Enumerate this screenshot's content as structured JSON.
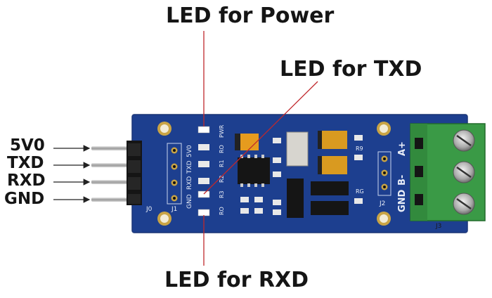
{
  "callouts": {
    "power": "LED for Power",
    "txd": "LED for TXD",
    "rxd": "LED for RXD"
  },
  "pins": {
    "labels": [
      "5V0",
      "TXD",
      "RXD",
      "GND"
    ]
  },
  "board": {
    "header_left_label": "J0",
    "header_mid_label": "J1",
    "header_right_label": "J2",
    "terminal_label": "J3",
    "mid_pin_labels": [
      "5V0",
      "TXD",
      "RXD",
      "GND"
    ],
    "led_labels": [
      "PWR",
      "RO",
      "R1",
      "R2",
      "R3",
      "RO"
    ],
    "right_labels": [
      "R9",
      "RG"
    ],
    "j2_pin_labels": [
      "A+",
      "B-",
      "GND"
    ]
  },
  "colors": {
    "pcb": "#1d3f8f",
    "terminal": "#3a9a46",
    "callout_line": "#c0282c"
  }
}
